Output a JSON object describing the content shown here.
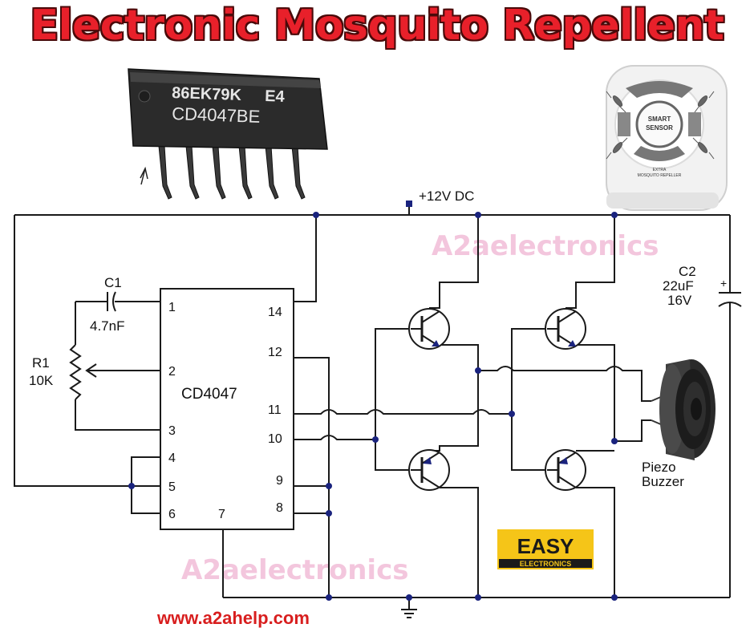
{
  "title": "Electronic Mosquito Repellent",
  "chip_photo": {
    "marking_line1": "86EK79K",
    "marking_suffix": "E4",
    "marking_line2": "CD4047BE"
  },
  "device_photo": {
    "sensor_line1": "SMART",
    "sensor_line2": "SENSOR",
    "label_line1": "EXTRA",
    "label_line2": "MOSQUITO REPELLER"
  },
  "schematic": {
    "supply_label": "+12V DC",
    "ic_name": "CD4047",
    "pins": [
      "1",
      "2",
      "3",
      "4",
      "5",
      "6",
      "7",
      "14",
      "12",
      "11",
      "10",
      "9",
      "8"
    ],
    "c1_name": "C1",
    "c1_value": "4.7nF",
    "r1_name": "R1",
    "r1_value": "10K",
    "c2_name": "C2",
    "c2_value": "22uF",
    "c2_voltage": "16V",
    "buzzer_label_line1": "Piezo",
    "buzzer_label_line2": "Buzzer"
  },
  "watermarks": [
    "A2aelectronics",
    "A2aelectronics"
  ],
  "logo": {
    "line1": "EASY",
    "line2": "ELECTRONICS"
  },
  "website": "www.a2ahelp.com",
  "colors": {
    "title": "#e8202a",
    "website": "#d81e1e",
    "watermark": "#f3c6dd",
    "logo_bg": "#f5c518"
  }
}
